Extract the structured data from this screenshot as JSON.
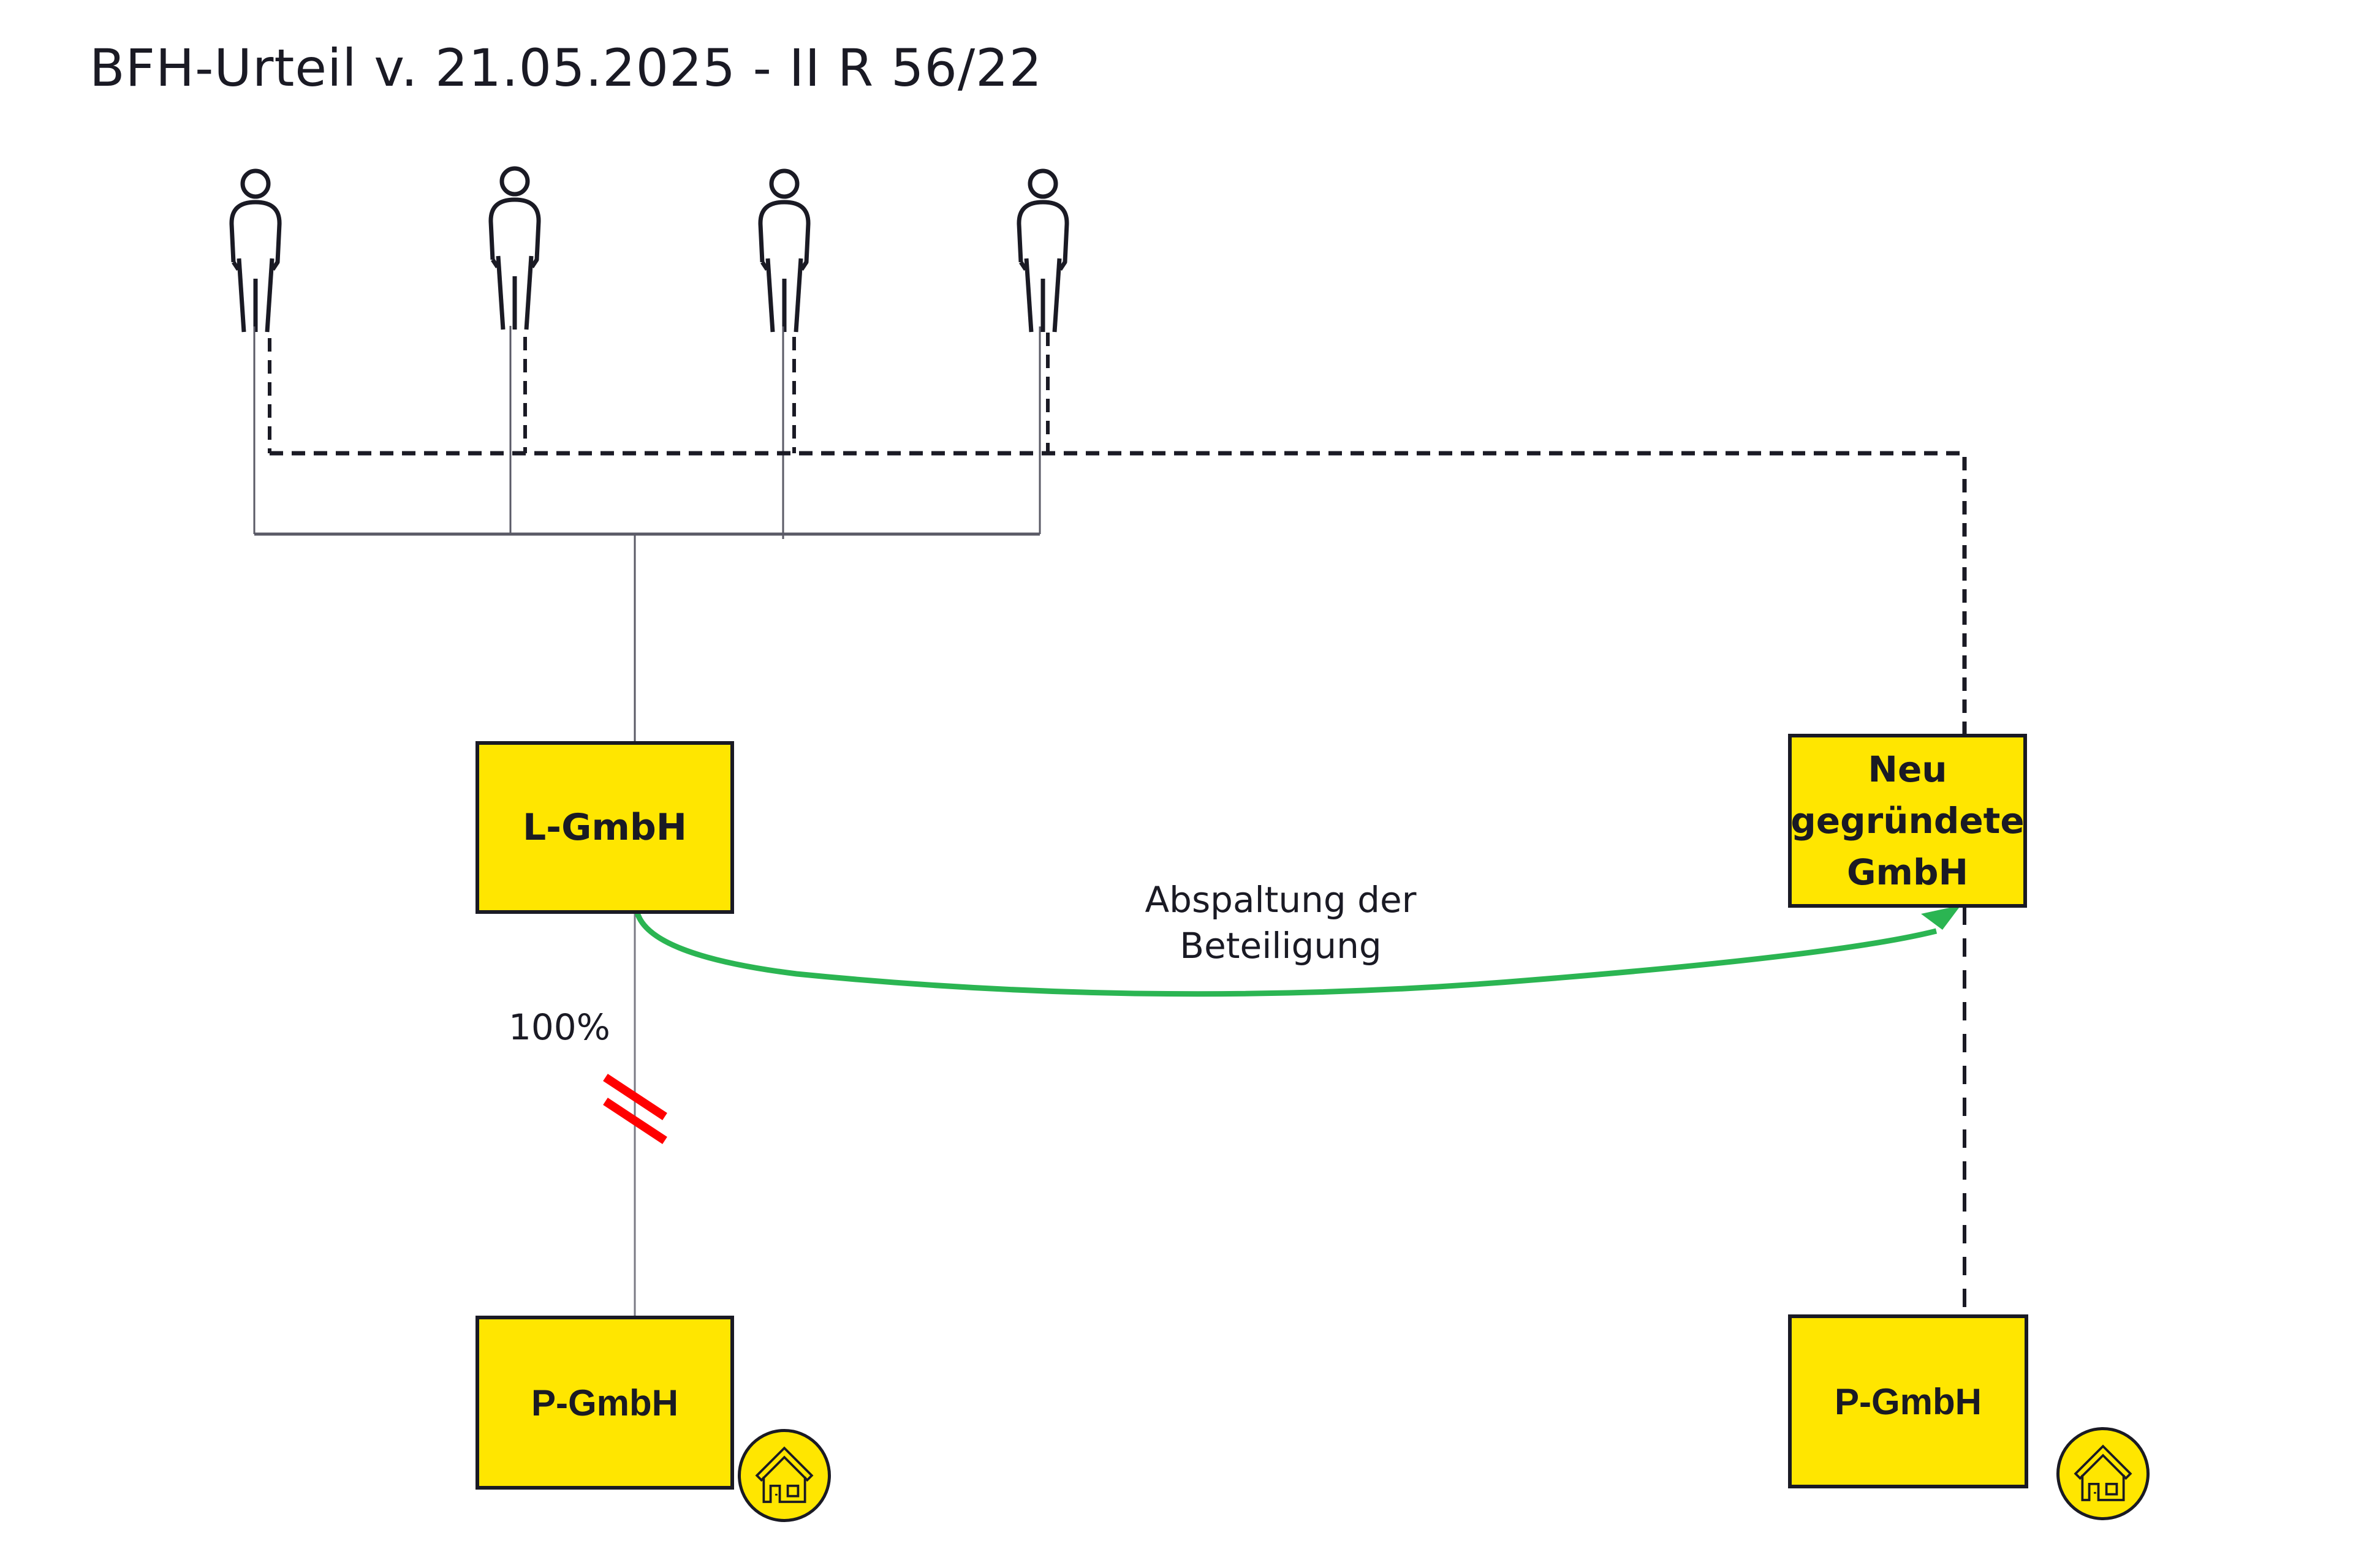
{
  "title": "BFH-Urteil v. 21.05.2025 - II R 56/22",
  "shareholders": [
    {
      "icon": "person-icon"
    },
    {
      "icon": "person-icon"
    },
    {
      "icon": "person-icon"
    },
    {
      "icon": "person-icon"
    }
  ],
  "entities": {
    "l_gmbh": "L-GmbH",
    "new_gmbh_line1": "Neu gegründete",
    "new_gmbh_line2": "GmbH",
    "p_gmbh_left": "P-GmbH",
    "p_gmbh_right": "P-GmbH"
  },
  "labels": {
    "ownership": "100%",
    "transfer_line1": "Abspaltung der",
    "transfer_line2": "Beteiligung"
  },
  "icons": {
    "property": "house-icon",
    "cut": "cut-mark-icon"
  },
  "colors": {
    "box_fill": "#ffe600",
    "stroke": "#1a1a24",
    "arrow": "#2bb552",
    "cut": "#ff0000"
  }
}
